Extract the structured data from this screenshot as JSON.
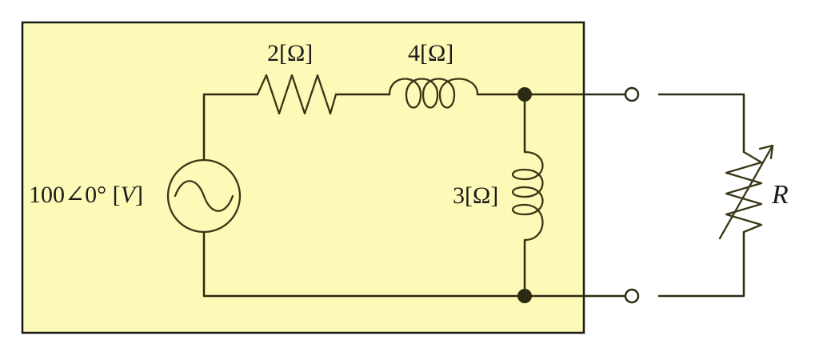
{
  "colors": {
    "box_fill": "#fdf9b6",
    "box_border": "#1a1a1a",
    "wire": "#2d2a14",
    "node": "#2d2a14"
  },
  "labels": {
    "source": "100∠0° [",
    "source_unit": "V",
    "source_close": "]",
    "resistor": "2[Ω]",
    "series_inductor": "4[Ω]",
    "shunt_inductor": "3[Ω]",
    "load": "R"
  },
  "icons": {
    "source": "ac-voltage-source-icon",
    "resistor": "resistor-icon",
    "inductor": "inductor-icon",
    "variable_resistor": "variable-resistor-icon",
    "terminal": "open-terminal-icon",
    "node": "junction-dot-icon"
  }
}
